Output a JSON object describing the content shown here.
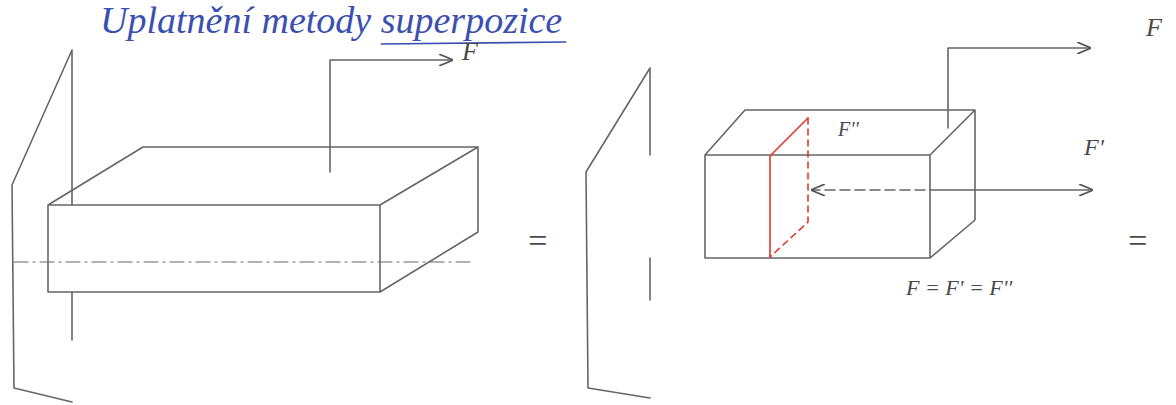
{
  "diagram": {
    "title": "Uplatnění metody superpozice",
    "labels": [
      "F",
      "=",
      "F",
      "F''",
      "F'",
      "F = F' = F''",
      "="
    ]
  }
}
